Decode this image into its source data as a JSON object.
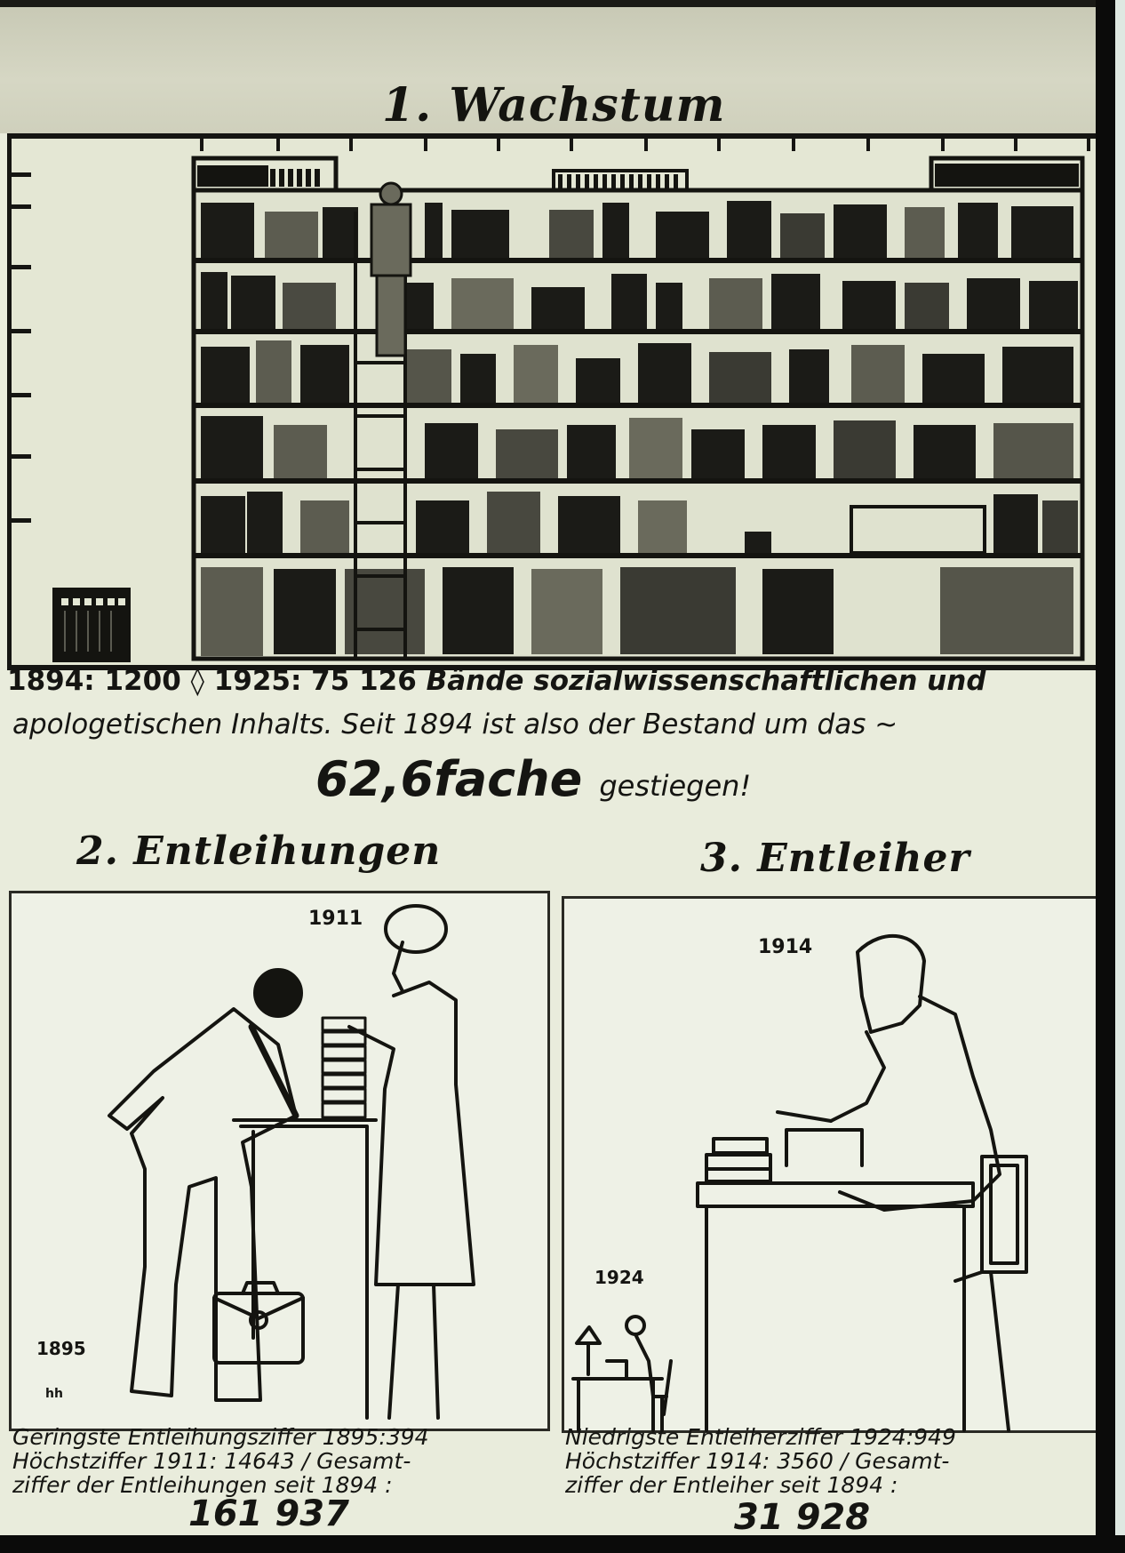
{
  "page": {
    "top_strip_text_cropped": "",
    "sections": [
      {
        "id": "wachstum",
        "title": "1. Wachstum"
      },
      {
        "id": "entleihungen",
        "title": "2. Entleihungen"
      },
      {
        "id": "entleiher",
        "title": "3. Entleiher"
      }
    ]
  },
  "wachstum": {
    "caption_line1_a": "1894:",
    "caption_line1_b": "1200",
    "caption_line1_sep": "◊",
    "caption_line1_c": "1925:",
    "caption_line1_d": "75 126",
    "caption_line1_e": "Bände sozialwissenschaftlichen und",
    "caption_line2": "apologetischen Inhalts. Seit 1894 ist also der Bestand um das ~",
    "caption_big": "62,6fache",
    "caption_small": "gestiegen!"
  },
  "entleihungen": {
    "year_high": "1911",
    "year_low": "1895",
    "monogram": "hh",
    "text_line1": "Geringste Entleihungsziffer 1895:394",
    "text_line2": "Höchstziffer 1911: 14643 / Gesamt-",
    "text_line3": "ziffer der Entleihungen seit 1894 :",
    "total": "161 937"
  },
  "entleiher": {
    "year_high": "1914",
    "year_low": "1924",
    "text_line1": "Niedrigste Entleiherziffer 1924:949",
    "text_line2": "Höchstziffer 1914: 3560 / Gesamt-",
    "text_line3": "ziffer der Entleiher seit 1894 :",
    "total": "31 928"
  },
  "colors": {
    "ink": "#151512",
    "paper": "#e9ecdc",
    "top_band": "#cfd0bc",
    "film_edge": "#0b0b0a"
  },
  "chart_data": [
    {
      "type": "bar",
      "title": "1. Wachstum",
      "subtitle": "Bände sozialwissenschaftlichen und apologetischen Inhalts",
      "categories": [
        "1894",
        "1925"
      ],
      "values": [
        1200,
        75126
      ],
      "xlabel": "",
      "ylabel": "Bände",
      "annotations": [
        "Seit 1894 ist also der Bestand um das 62,6fache gestiegen!"
      ],
      "pictorial": "small bookcase (1894) vs. large bookcase (1925)",
      "grid": false,
      "legend": "none"
    },
    {
      "type": "bar",
      "title": "2. Entleihungen",
      "categories": [
        "1895 (Geringste)",
        "1911 (Höchstziffer)"
      ],
      "values": [
        394,
        14643
      ],
      "total_since_1894": 161937,
      "pictorial": "small figure (1895) vs. large figures at counter (1911)",
      "grid": false,
      "legend": "none"
    },
    {
      "type": "bar",
      "title": "3. Entleiher",
      "categories": [
        "1924 (Niedrigste)",
        "1914 (Höchstziffer)"
      ],
      "values": [
        949,
        3560
      ],
      "total_since_1894": 31928,
      "pictorial": "small reader (1924) vs. large reader (1914)",
      "grid": false,
      "legend": "none"
    }
  ]
}
